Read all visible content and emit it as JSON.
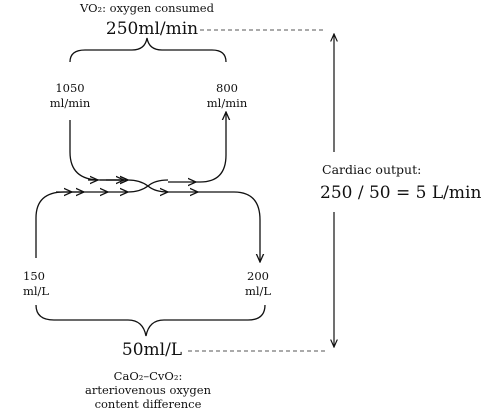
{
  "vo2": {
    "caption": "VO₂: oxygen consumed",
    "value": "250ml/min"
  },
  "flow_in": {
    "number": "1050",
    "unit": "ml/min"
  },
  "flow_out": {
    "number": "800",
    "unit": "ml/min"
  },
  "cardiac": {
    "label": "Cardiac output:",
    "equation": "250 / 50 = 5 L/min"
  },
  "arterial": {
    "number": "150",
    "unit": "ml/L"
  },
  "venous": {
    "number": "200",
    "unit": "ml/L"
  },
  "avdiff": {
    "value": "50ml/L",
    "formula": "CaO₂–CvO₂:",
    "line1": "arteriovenous oxygen",
    "line2": "content difference"
  },
  "colors": {
    "ink": "#111111",
    "dash": "#555555"
  }
}
